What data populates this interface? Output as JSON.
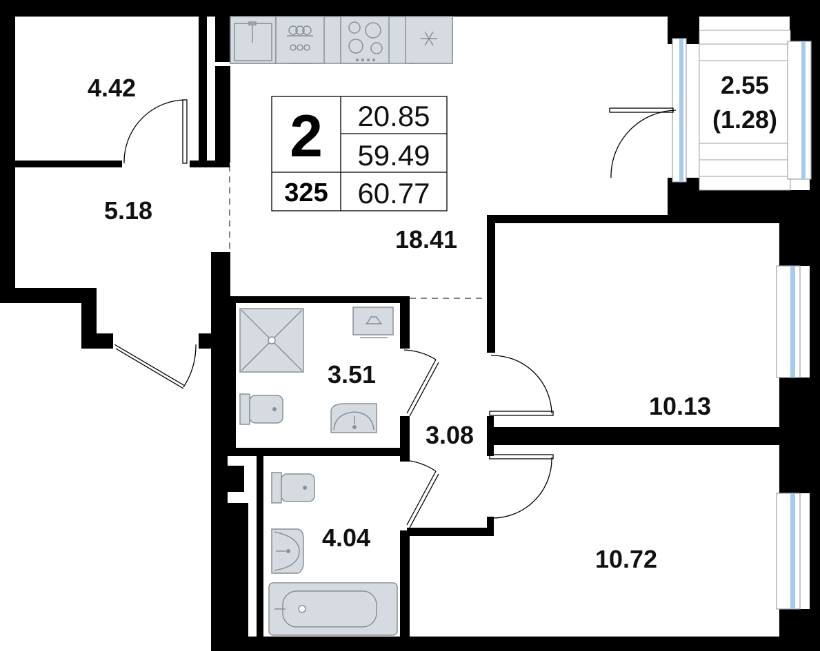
{
  "apartment": {
    "rooms_count": "2",
    "number": "325",
    "area_kitchen": "20.85",
    "area_living": "59.49",
    "area_total": "60.77"
  },
  "rooms": {
    "storage": "4.42",
    "hall": "5.18",
    "kitchen_living": "18.41",
    "balcony": "2.55",
    "balcony_reduced": "(1.28)",
    "bathroom_shower": "3.51",
    "corridor": "3.08",
    "bedroom_1": "10.13",
    "bathroom_tub": "4.04",
    "bedroom_2": "10.72"
  },
  "colors": {
    "wall": "#000000",
    "fixture_fill": "#d6dbe1",
    "fixture_stroke": "#8a9098",
    "window_glass": "#a7c9ea"
  },
  "icons": [
    "sink-icon",
    "dishwasher-icon",
    "stove-icon",
    "fridge-icon",
    "shower-icon",
    "toilet-icon",
    "washbasin-icon",
    "bathtub-icon",
    "washing-machine-icon"
  ]
}
